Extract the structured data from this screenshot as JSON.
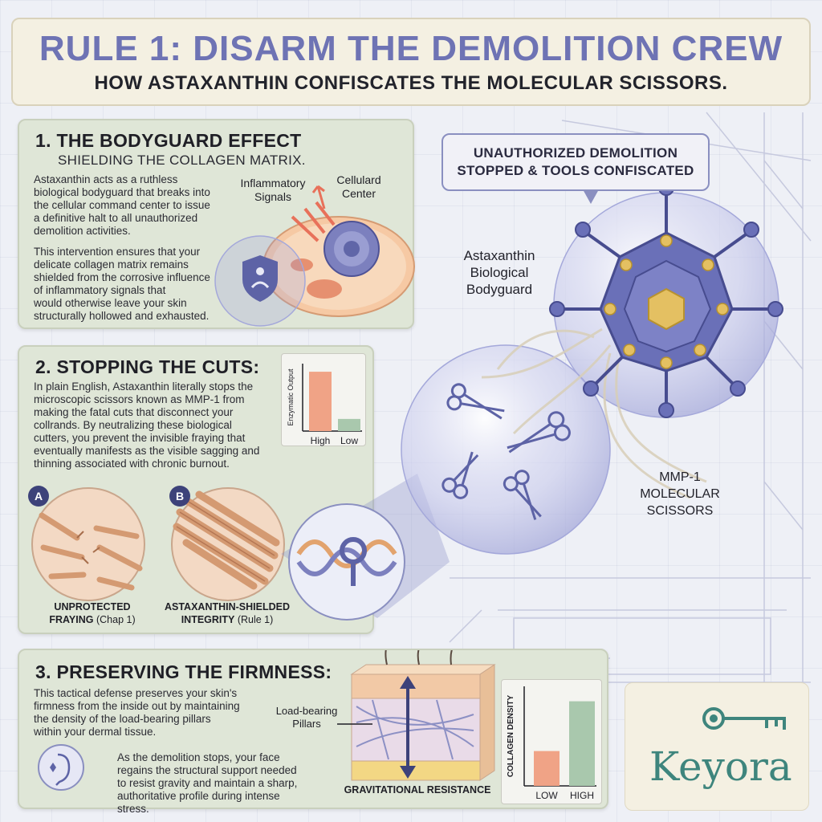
{
  "header": {
    "title": "RULE 1: DISARM THE DEMOLITION CREW",
    "subtitle": "HOW ASTAXANTHIN CONFISCATES THE MOLECULAR SCISSORS."
  },
  "section1": {
    "title": "1.  THE BODYGUARD EFFECT",
    "subtitle": "SHIELDING THE COLLAGEN MATRIX.",
    "para1_lines": [
      "Astaxanthin acts as a ruthless",
      "biological bodyguard that breaks into",
      "the cellular command center to issue",
      "a definitive halt to all unauthorized",
      "demolition activities."
    ],
    "para2_lines": [
      "This intervention ensures that your",
      "delicate collagen matrix remains",
      "shielded from the corrosive influence",
      "of inflammatory signals that",
      "would otherwise leave your skin",
      "structurally hollowed and exhausted."
    ],
    "label_signals": "Inflammatory Signals",
    "label_center": "Cellulard Center"
  },
  "section2": {
    "title": "2.  STOPPING THE CUTS:",
    "lines": [
      "In plain English, Astaxanthin literally stops the",
      "microscopic scissors known as MMP-1 from",
      "making the fatal cuts that disconnect your",
      "collrands. By neutralizing these biological",
      "cutters, you prevent the invisible fraying that",
      "eventually manifests as the visible sagging and",
      "thinning associated with chronic burnout."
    ],
    "badge_a": "A",
    "badge_b": "B",
    "caption_a_bold": "UNPROTECTED",
    "caption_a_line2_bold": "FRAYING",
    "caption_a_line2_rest": " (Chap 1)",
    "caption_b_bold": "ASTAXANTHIN-SHIELDED",
    "caption_b_line2_bold": "INTEGRITY",
    "caption_b_line2_rest": " (Rule 1)"
  },
  "section3": {
    "title": "3.  PRESERVING THE FIRMNESS:",
    "para1_lines": [
      "This tactical defense preserves your skin's",
      "firmness from the inside out by maintaining",
      "the density of the load-bearing pillars",
      "within your dermal tissue."
    ],
    "para2_lines": [
      "As the demolition stops, your face",
      "regains the structural support needed",
      "to resist gravity and maintain a sharp,",
      "authoritative profile during intense stress."
    ],
    "label_pillars": "Load-bearing Pillars",
    "label_gravity": "GRAVITATIONAL RESISTANCE"
  },
  "callout": {
    "line1": "UNAUTHORIZED DEMOLITION",
    "line2": "STOPPED & TOOLS CONFISCATED"
  },
  "labels": {
    "bodyguard": "Astaxanthin Biological Bodyguard",
    "scissors": "MMP-1 MOLECULAR SCISSORS"
  },
  "brand": {
    "name": "Keyora"
  },
  "colors": {
    "title": "#6e73b4",
    "panel": "#dfe6d7",
    "bar_salmon": "#f0a386",
    "bar_green": "#a9c8ad",
    "brand": "#3e857d"
  },
  "chart_data": [
    {
      "type": "bar",
      "categories": [
        "High",
        "Low"
      ],
      "values": [
        0.88,
        0.18
      ],
      "ylabel": "Enzymatic Output",
      "xlabel": "",
      "title": "",
      "ylim": [
        0,
        1
      ]
    },
    {
      "type": "bar",
      "categories": [
        "LOW",
        "HIGH"
      ],
      "values": [
        0.35,
        0.85
      ],
      "ylabel": "COLLAGEN DENSITY",
      "xlabel": "",
      "title": "",
      "ylim": [
        0,
        1
      ]
    }
  ]
}
